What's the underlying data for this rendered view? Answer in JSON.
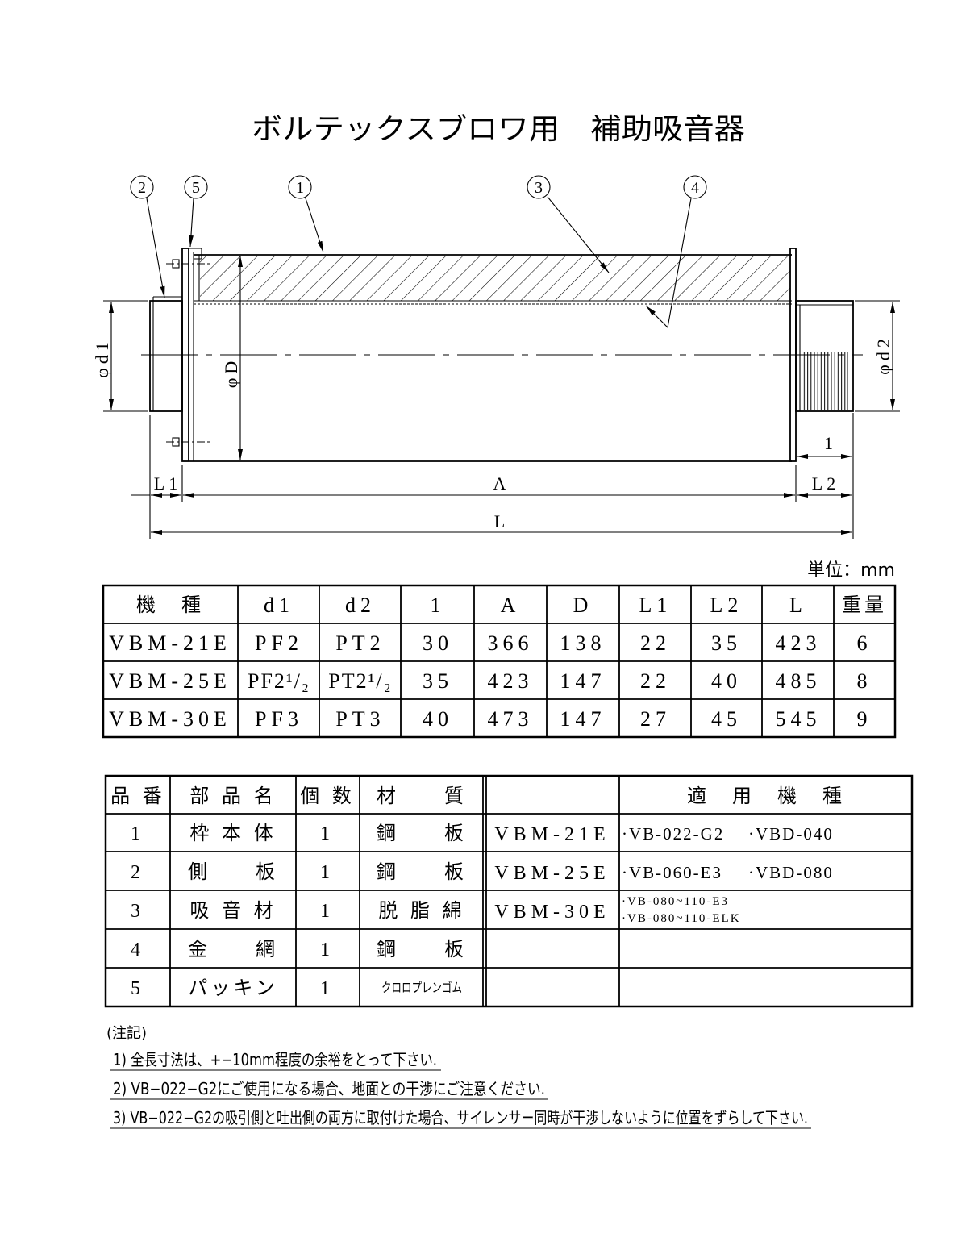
{
  "title": "ボルテックスブロワ用　補助吸音器",
  "drawing": {
    "callouts": {
      "c2": "2",
      "c5": "5",
      "c1": "1",
      "c3": "3",
      "c4": "4"
    },
    "dimensions": {
      "d1": "φd1",
      "D": "φD",
      "d2": "φd2",
      "l": "1",
      "L1": "L1",
      "A": "A",
      "L2": "L2",
      "L": "L"
    }
  },
  "unit_label": "単位：mm",
  "spec_table": {
    "headers": [
      "機　種",
      "d1",
      "d2",
      "1",
      "A",
      "D",
      "L1",
      "L2",
      "L",
      "重量"
    ],
    "rows": [
      [
        "VBM-21E",
        "PF2",
        "PT2",
        "30",
        "366",
        "138",
        "22",
        "35",
        "423",
        "6"
      ],
      [
        "VBM-25E",
        "PF2¹/₂",
        "PT2¹/₂",
        "35",
        "423",
        "147",
        "22",
        "40",
        "485",
        "8"
      ],
      [
        "VBM-30E",
        "PF3",
        "PT3",
        "40",
        "473",
        "147",
        "27",
        "45",
        "545",
        "9"
      ]
    ]
  },
  "parts_table": {
    "headers": {
      "no": "品 番",
      "name": "部 品 名",
      "qty": "個 数",
      "material": "材　　質",
      "applicable": "適　用　機　種"
    },
    "rows": [
      {
        "no": "1",
        "name": "枠 本 体",
        "qty": "1",
        "material": "鋼　　板",
        "model": "VBM-21E",
        "applicable": [
          "·VB-022-G2",
          "·VBD-040"
        ]
      },
      {
        "no": "2",
        "name": "側　　板",
        "qty": "1",
        "material": "鋼　　板",
        "model": "VBM-25E",
        "applicable": [
          "·VB-060-E3",
          "·VBD-080"
        ]
      },
      {
        "no": "3",
        "name": "吸 音 材",
        "qty": "1",
        "material": "脱 脂 綿",
        "model": "VBM-30E",
        "applicable": [
          "·VB-080~110-E3",
          "·VB-080~110-ELK"
        ]
      },
      {
        "no": "4",
        "name": "金　　網",
        "qty": "1",
        "material": "鋼　　板"
      },
      {
        "no": "5",
        "name": "パッキン",
        "qty": "1",
        "material": "クロロプレンゴム"
      }
    ]
  },
  "notes": {
    "heading": "(注記)",
    "items": [
      "1) 全長寸法は、+−10mm程度の余裕をとって下さい.",
      "2) VB−022−G2にご使用になる場合、地面との干渉にご注意ください.",
      "3) VB−022−G2の吸引側と吐出側の両方に取付けた場合、サイレンサー同時が干渉しないように位置をずらして下さい."
    ]
  }
}
